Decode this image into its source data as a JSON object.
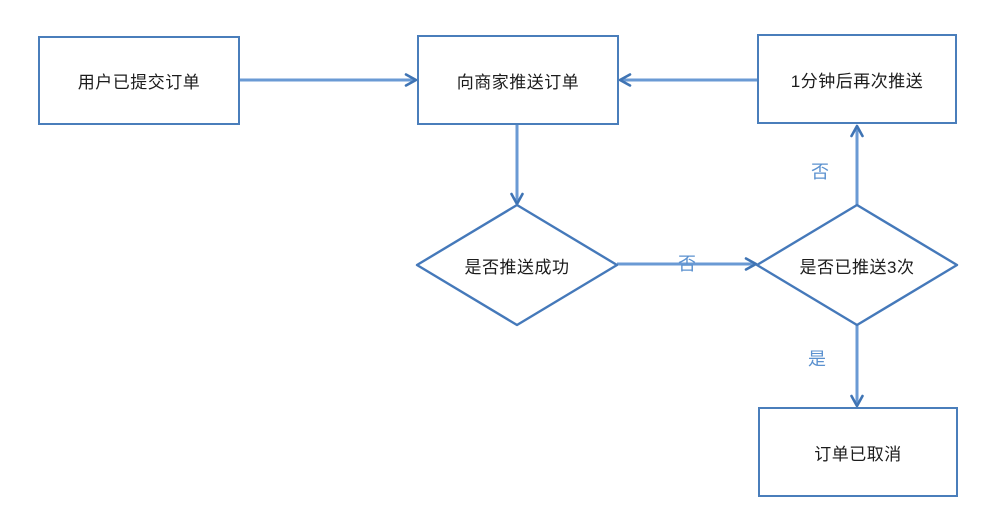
{
  "diagram": {
    "title": "order-push-flowchart",
    "nodes": [
      {
        "id": "user-submitted-order",
        "type": "process",
        "label": "用户已提交订单"
      },
      {
        "id": "push-order-to-merchant",
        "type": "process",
        "label": "向商家推送订单"
      },
      {
        "id": "push-again-after-1min",
        "type": "process",
        "label": "1分钟后再次推送"
      },
      {
        "id": "is-push-successful",
        "type": "decision",
        "label": "是否推送成功"
      },
      {
        "id": "pushed-3-times",
        "type": "decision",
        "label": "是否已推送3次"
      },
      {
        "id": "order-cancelled",
        "type": "process",
        "label": "订单已取消"
      }
    ],
    "edges": [
      {
        "from": "user-submitted-order",
        "to": "push-order-to-merchant",
        "label": ""
      },
      {
        "from": "push-again-after-1min",
        "to": "push-order-to-merchant",
        "label": ""
      },
      {
        "from": "push-order-to-merchant",
        "to": "is-push-successful",
        "label": ""
      },
      {
        "from": "is-push-successful",
        "to": "pushed-3-times",
        "label": "否"
      },
      {
        "from": "pushed-3-times",
        "to": "push-again-after-1min",
        "label": "否"
      },
      {
        "from": "pushed-3-times",
        "to": "order-cancelled",
        "label": "是"
      }
    ],
    "colors": {
      "shape_border": "#4a7ebb",
      "arrow_line": "#6a9ad4",
      "arrow_head": "#3f74b4",
      "edge_label_text": "#5b91cf",
      "node_text": "#1c1c1c",
      "background": "#ffffff"
    }
  }
}
